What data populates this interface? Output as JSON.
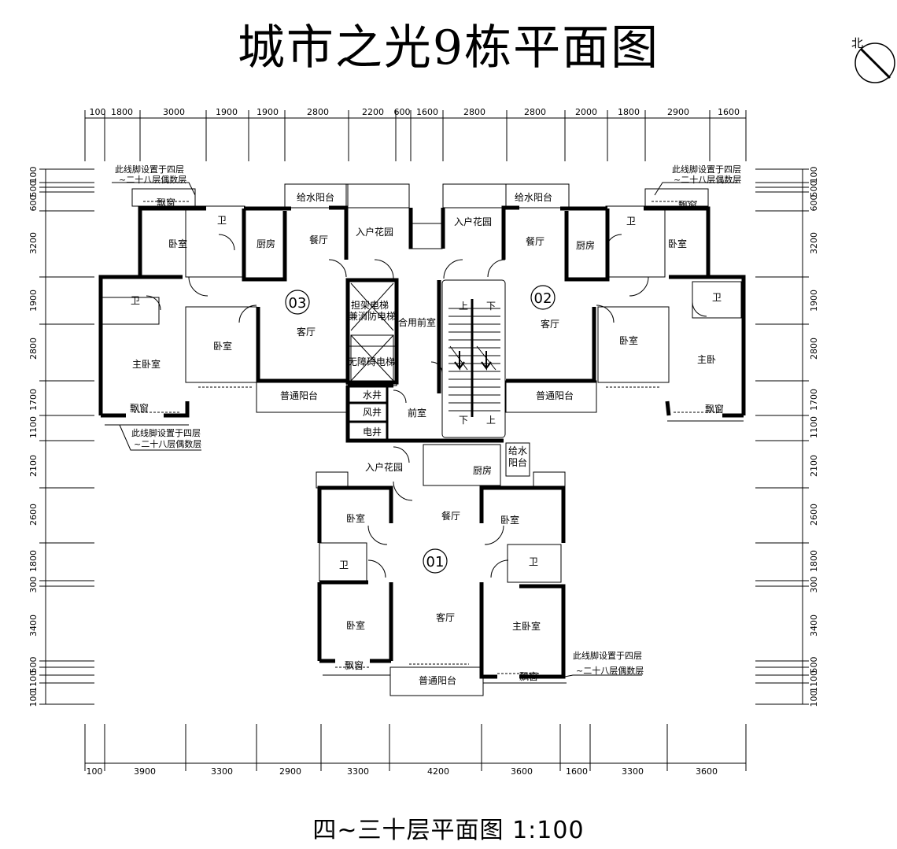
{
  "title": "城市之光9栋平面图",
  "subtitle": "四~三十层平面图   1:100",
  "north_label": "北",
  "dims": {
    "top": [
      "100",
      "1800",
      "3000",
      "1900",
      "1900",
      "2800",
      "2200",
      "600",
      "1600",
      "2800",
      "2800",
      "2000",
      "1800",
      "2900",
      "1600"
    ],
    "bottom": [
      "100",
      "3900",
      "3300",
      "2900",
      "3300",
      "4200",
      "3600",
      "1600",
      "3300",
      "3600"
    ],
    "left": [
      "600",
      "500",
      "100",
      "3200",
      "1900",
      "2800",
      "1700",
      "1100",
      "2100",
      "2600",
      "1800",
      "300",
      "3400",
      "100",
      "1100",
      "500"
    ],
    "right": [
      "600",
      "500",
      "100",
      "3200",
      "1900",
      "2800",
      "1700",
      "1100",
      "2100",
      "2600",
      "1800",
      "300",
      "3400",
      "100",
      "1100",
      "500"
    ]
  },
  "notes": {
    "line1": "此线脚设置于四层",
    "line2": "~二十八层偶数层"
  },
  "units": {
    "u01": "01",
    "u02": "02",
    "u03": "03"
  },
  "rooms": {
    "bedroom": "卧室",
    "master_bedroom": "主卧室",
    "master_bedroom_short": "主卧",
    "bathroom": "卫",
    "kitchen": "厨房",
    "dining": "餐厅",
    "living": "客厅",
    "bay_window": "飘窗",
    "balcony": "普通阳台",
    "water_balcony": "给水阳台",
    "water_balcony_l1": "给水",
    "water_balcony_l2": "阳台",
    "entry_garden": "入户花园",
    "stretcher_elevator": "担架电梯",
    "fire_elevator": "兼消防电梯",
    "accessible_elevator": "无障碍电梯",
    "shared_lobby": "合用前室",
    "lobby": "前室",
    "water_shaft": "水井",
    "air_shaft": "风井",
    "elec_shaft": "电井",
    "up": "上",
    "down": "下"
  }
}
